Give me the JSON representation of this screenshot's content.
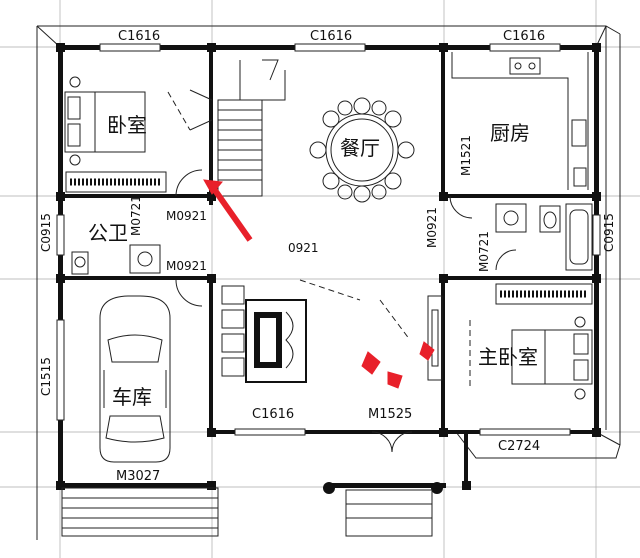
{
  "plan": {
    "rooms": {
      "bedroom": "卧室",
      "dining": "餐厅",
      "kitchen": "厨房",
      "public_bath": "公卫",
      "garage": "车库",
      "master_bedroom": "主卧室"
    },
    "windows": {
      "top_left": "C1616",
      "top_center": "C1616",
      "top_right": "C1616",
      "left_bath": "C0915",
      "left_garage": "C1515",
      "right_bath": "C0915",
      "bottom_right": "C2724",
      "living": "C1616"
    },
    "doors": {
      "bedroom_door": "M0921",
      "bath_door": "M0921",
      "stair_door": "0921",
      "kitchen_side": "M0921",
      "kitchen_front": "M1521",
      "bath_right": "M0721",
      "bath_left": "M0721",
      "main_entry": "M1525",
      "garage_door": "M3027"
    },
    "colors": {
      "walls": "#111111",
      "arrows": "#e8202a",
      "lines": "#222222"
    }
  }
}
